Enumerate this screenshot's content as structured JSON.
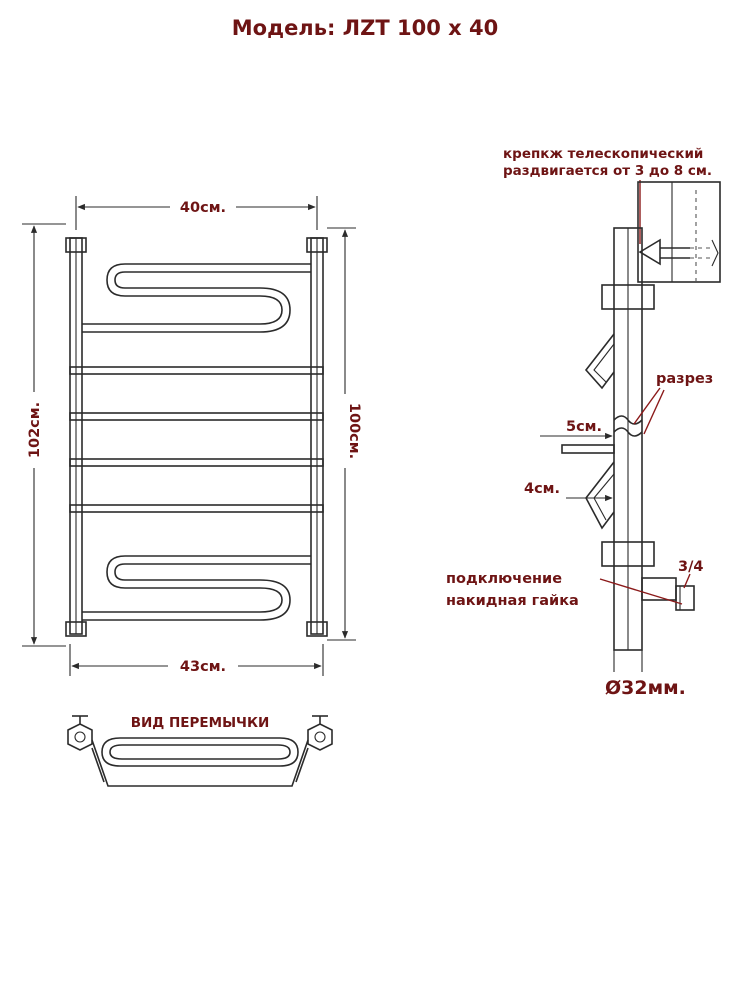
{
  "title": "Модель: ЛZT 100 х 40",
  "front_view": {
    "width_top": "40см.",
    "width_bottom": "43см.",
    "height_left": "102см.",
    "height_right": "100см."
  },
  "bridge_view": {
    "label": "ВИД ПЕРЕМЫЧКИ"
  },
  "side_view": {
    "mount_line1": "крепкж телескопический",
    "mount_line2": "раздвигается от 3 до 8 см.",
    "section": "разрез",
    "dim_5": "5см.",
    "dim_4": "4см.",
    "thread": "3/4",
    "connection_line1": "подключение",
    "connection_line2": "накидная гайка",
    "diameter": "Ø32мм."
  },
  "colors": {
    "label": "#6e1414",
    "line": "#2b2b2b"
  }
}
